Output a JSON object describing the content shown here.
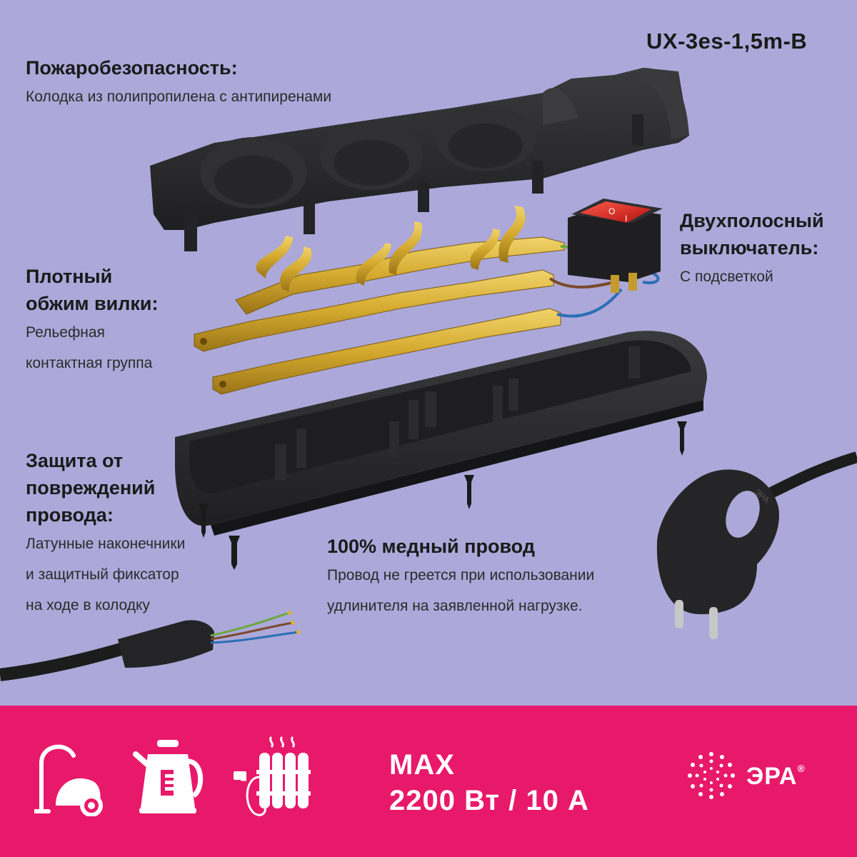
{
  "model": "UX-3es-1,5m-B",
  "features": {
    "fire": {
      "title": "Пожаробезопасность:",
      "desc": "Колодка из полипропилена с антипиренами"
    },
    "switch": {
      "title_1": "Двухполосный",
      "title_2": "выключатель:",
      "desc": "С подсветкой"
    },
    "crimp": {
      "title_1": "Плотный",
      "title_2": "обжим вилки:",
      "desc_1": "Рельефная",
      "desc_2": "контактная группа"
    },
    "protect": {
      "title_1": "Защита от",
      "title_2": "повреждений",
      "title_3": "провода:",
      "desc_1": "Латунные наконечники",
      "desc_2": "и защитный фиксатор",
      "desc_3": "на ходе в колодку"
    },
    "copper": {
      "title": "100% медный провод",
      "desc_1": "Провод не греется при использовании",
      "desc_2": "удлинителя на заявленной нагрузке."
    }
  },
  "spec": {
    "line1": "MAX",
    "line2": "2200 Вт / 10 А"
  },
  "switch_marks": {
    "off": "O",
    "on": "I"
  },
  "brand": {
    "name": "ЭРА",
    "reg": "®"
  },
  "plug_mark": "ЭРА",
  "icons": [
    "vacuum-cleaner-icon",
    "kettle-icon",
    "heater-radiator-icon"
  ],
  "colors": {
    "background": "#aca8d9",
    "bar": "#e8196a",
    "housing": "#2c2c2e",
    "brass": "#d9b23a",
    "switch_red": "#d42020"
  }
}
